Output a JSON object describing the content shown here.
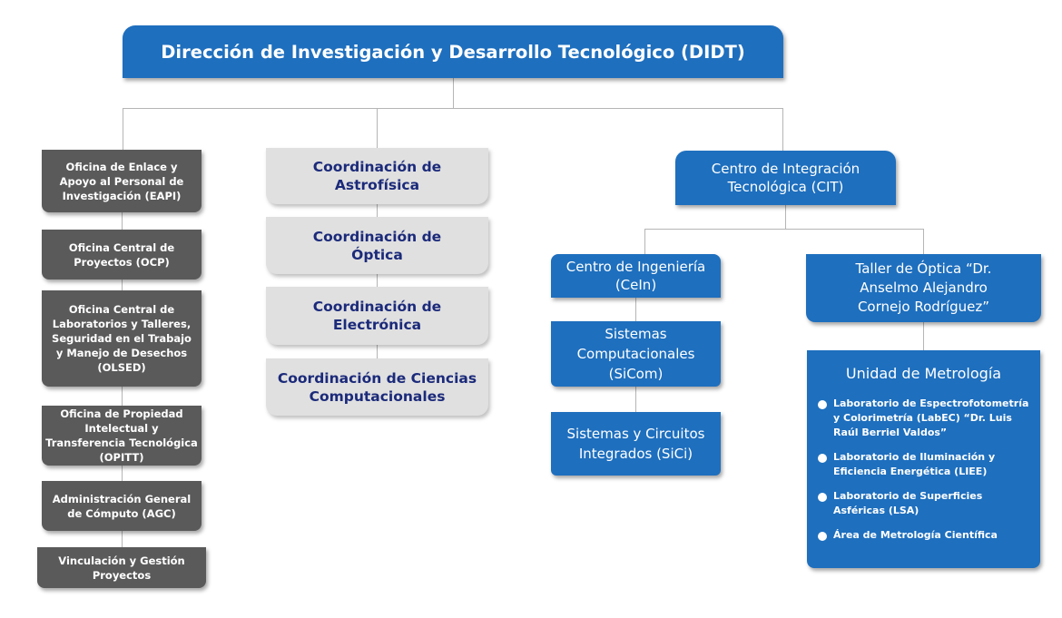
{
  "root": "Dirección de Investigación y Desarrollo Tecnológico (DIDT)",
  "left_offices": [
    "Oficina de Enlace y Apoyo al Personal de Investigación (EAPI)",
    "Oficina Central de Proyectos (OCP)",
    "Oficina Central de Laboratorios y Talleres, Seguridad en el Trabajo y Manejo de Desechos (OLSED)",
    "Oficina de Propiedad Intelectual y Transferencia Tecnológica (OPITT)",
    "Administración General de Cómputo (AGC)",
    "Vinculación y Gestión Proyectos"
  ],
  "coordinations": [
    "Coordinación de Astrofísica",
    "Coordinación de Óptica",
    "Coordinación de Electrónica",
    "Coordinación de Ciencias Computacionales"
  ],
  "cit": "Centro de Integración Tecnológica (CIT)",
  "cit_left": [
    "Centro de Ingeniería (CeIn)",
    "Sistemas Computacionales (SiCom)",
    "Sistemas y Circuitos Integrados (SiCi)"
  ],
  "taller": "Taller de Óptica “Dr. Anselmo Alejandro Cornejo Rodríguez”",
  "metrologia": {
    "title": "Unidad de Metrología",
    "items": [
      "Laboratorio de Espectrofotometría y Colorimetría (LabEC) “Dr. Luis Raúl Berriel Valdos”",
      "Laboratorio de Iluminación y Eficiencia Energética (LIEE)",
      "Laboratorio de Superficies Asféricas (LSA)",
      "Área de Metrología Científica"
    ]
  },
  "colors": {
    "blue": "#1e6fbe",
    "dark_gray": "#5a5a5a",
    "light_gray": "#e0e0e0",
    "navy_text": "#1b2a7a"
  }
}
